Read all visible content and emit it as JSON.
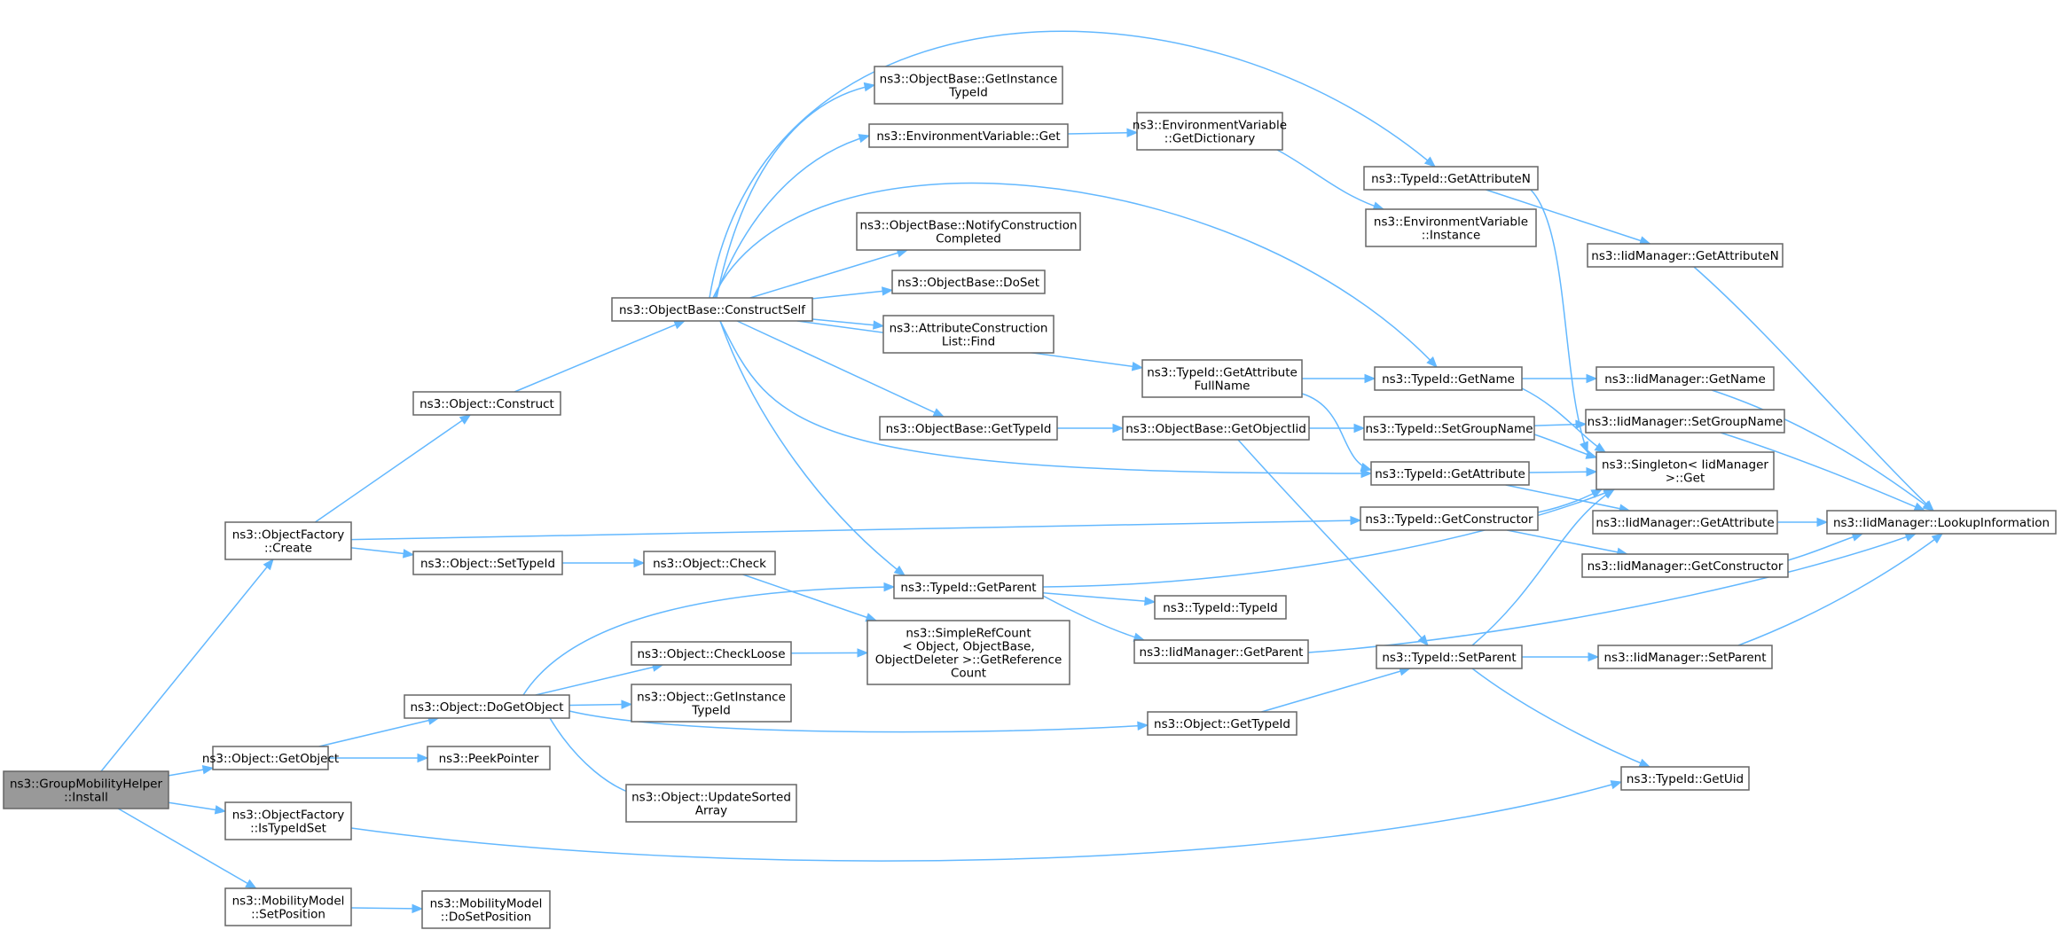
{
  "nodes": {
    "install": [
      "ns3::GroupMobilityHelper",
      "::Install"
    ],
    "create": [
      "ns3::ObjectFactory",
      "::Create"
    ],
    "getobject": [
      "ns3::Object::GetObject"
    ],
    "istypeidset": [
      "ns3::ObjectFactory",
      "::IsTypeIdSet"
    ],
    "setposition": [
      "ns3::MobilityModel",
      "::SetPosition"
    ],
    "construct": [
      "ns3::Object::Construct"
    ],
    "settypeid": [
      "ns3::Object::SetTypeId"
    ],
    "dogetobject": [
      "ns3::Object::DoGetObject"
    ],
    "peekpointer": [
      "ns3::PeekPointer"
    ],
    "dosetposition": [
      "ns3::MobilityModel",
      "::DoSetPosition"
    ],
    "constructself": [
      "ns3::ObjectBase::ConstructSelf"
    ],
    "check": [
      "ns3::Object::Check"
    ],
    "checkloose": [
      "ns3::Object::CheckLoose"
    ],
    "obj_getinstancetypeid": [
      "ns3::Object::GetInstance",
      "TypeId"
    ],
    "updatesortedarray": [
      "ns3::Object::UpdateSorted",
      "Array"
    ],
    "ob_getinstancetypeid": [
      "ns3::ObjectBase::GetInstance",
      "TypeId"
    ],
    "envget": [
      "ns3::EnvironmentVariable::Get"
    ],
    "notifyconstruction": [
      "ns3::ObjectBase::NotifyConstruction",
      "Completed"
    ],
    "doset": [
      "ns3::ObjectBase::DoSet"
    ],
    "acl_find": [
      "ns3::AttributeConstruction",
      "List::Find"
    ],
    "ob_gettypeid": [
      "ns3::ObjectBase::GetTypeId"
    ],
    "getparent": [
      "ns3::TypeId::GetParent"
    ],
    "simplerefcount": [
      "ns3::SimpleRefCount",
      "< Object, ObjectBase,",
      "ObjectDeleter >::GetReference",
      "Count"
    ],
    "typeid_typeid": [
      "ns3::TypeId::TypeId"
    ],
    "obj_gettypeid": [
      "ns3::Object::GetTypeId"
    ],
    "getdictionary": [
      "ns3::EnvironmentVariable",
      "::GetDictionary"
    ],
    "getattributefullname": [
      "ns3::TypeId::GetAttribute",
      "FullName"
    ],
    "getobjectiid": [
      "ns3::ObjectBase::GetObjectIid"
    ],
    "iid_getparent": [
      "ns3::IidManager::GetParent"
    ],
    "getattributen": [
      "ns3::TypeId::GetAttributeN"
    ],
    "envinstance": [
      "ns3::EnvironmentVariable",
      "::Instance"
    ],
    "getname": [
      "ns3::TypeId::GetName"
    ],
    "setgroupname": [
      "ns3::TypeId::SetGroupName"
    ],
    "getattribute": [
      "ns3::TypeId::GetAttribute"
    ],
    "getconstructor": [
      "ns3::TypeId::GetConstructor"
    ],
    "setparent": [
      "ns3::TypeId::SetParent"
    ],
    "iid_getattributen": [
      "ns3::IidManager::GetAttributeN"
    ],
    "iid_getname": [
      "ns3::IidManager::GetName"
    ],
    "iid_setgroupname": [
      "ns3::IidManager::SetGroupName"
    ],
    "singleton_get": [
      "ns3::Singleton< IidManager",
      ">::Get"
    ],
    "iid_getattribute": [
      "ns3::IidManager::GetAttribute"
    ],
    "iid_getconstructor": [
      "ns3::IidManager::GetConstructor"
    ],
    "iid_setparent": [
      "ns3::IidManager::SetParent"
    ],
    "getuid": [
      "ns3::TypeId::GetUid"
    ],
    "lookupinformation": [
      "ns3::IidManager::LookupInformation"
    ]
  },
  "edges": [
    [
      "install",
      "create"
    ],
    [
      "install",
      "getobject"
    ],
    [
      "install",
      "istypeidset"
    ],
    [
      "install",
      "setposition"
    ],
    [
      "create",
      "construct"
    ],
    [
      "create",
      "settypeid"
    ],
    [
      "create",
      "getconstructor"
    ],
    [
      "getobject",
      "dogetobject"
    ],
    [
      "getobject",
      "peekpointer"
    ],
    [
      "istypeidset",
      "getuid"
    ],
    [
      "setposition",
      "dosetposition"
    ],
    [
      "construct",
      "constructself"
    ],
    [
      "settypeid",
      "check"
    ],
    [
      "dogetobject",
      "getparent"
    ],
    [
      "dogetobject",
      "checkloose"
    ],
    [
      "dogetobject",
      "obj_getinstancetypeid"
    ],
    [
      "dogetobject",
      "updatesortedarray"
    ],
    [
      "dogetobject",
      "obj_gettypeid"
    ],
    [
      "check",
      "simplerefcount"
    ],
    [
      "checkloose",
      "simplerefcount"
    ],
    [
      "constructself",
      "ob_getinstancetypeid"
    ],
    [
      "constructself",
      "envget"
    ],
    [
      "constructself",
      "notifyconstruction"
    ],
    [
      "constructself",
      "doset"
    ],
    [
      "constructself",
      "acl_find"
    ],
    [
      "constructself",
      "ob_gettypeid"
    ],
    [
      "constructself",
      "getparent"
    ],
    [
      "constructself",
      "getattributefullname"
    ],
    [
      "constructself",
      "getattribute"
    ],
    [
      "constructself",
      "getname"
    ],
    [
      "constructself",
      "getattributen"
    ],
    [
      "envget",
      "getdictionary"
    ],
    [
      "getdictionary",
      "envinstance"
    ],
    [
      "ob_gettypeid",
      "getobjectiid"
    ],
    [
      "getobjectiid",
      "setgroupname"
    ],
    [
      "getobjectiid",
      "setparent"
    ],
    [
      "getattributefullname",
      "getname"
    ],
    [
      "getattributefullname",
      "getattribute"
    ],
    [
      "getparent",
      "typeid_typeid"
    ],
    [
      "getparent",
      "iid_getparent"
    ],
    [
      "getparent",
      "singleton_get"
    ],
    [
      "iid_getparent",
      "lookupinformation"
    ],
    [
      "obj_gettypeid",
      "setparent"
    ],
    [
      "getattributen",
      "iid_getattributen"
    ],
    [
      "getattributen",
      "singleton_get"
    ],
    [
      "getname",
      "iid_getname"
    ],
    [
      "getname",
      "singleton_get"
    ],
    [
      "setgroupname",
      "iid_setgroupname"
    ],
    [
      "setgroupname",
      "singleton_get"
    ],
    [
      "getattribute",
      "singleton_get"
    ],
    [
      "getattribute",
      "iid_getattribute"
    ],
    [
      "getconstructor",
      "singleton_get"
    ],
    [
      "getconstructor",
      "iid_getconstructor"
    ],
    [
      "setparent",
      "singleton_get"
    ],
    [
      "setparent",
      "iid_setparent"
    ],
    [
      "setparent",
      "getuid"
    ],
    [
      "iid_getattributen",
      "lookupinformation"
    ],
    [
      "iid_getname",
      "lookupinformation"
    ],
    [
      "iid_setgroupname",
      "lookupinformation"
    ],
    [
      "iid_getattribute",
      "lookupinformation"
    ],
    [
      "iid_getconstructor",
      "lookupinformation"
    ],
    [
      "iid_setparent",
      "lookupinformation"
    ]
  ]
}
